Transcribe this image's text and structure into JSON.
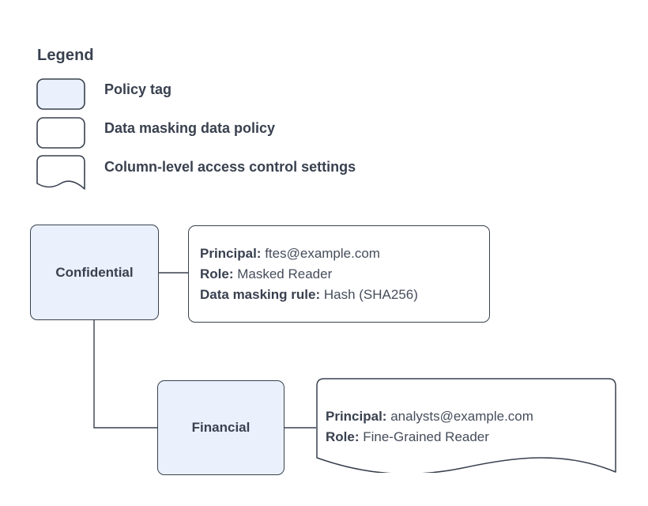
{
  "legend": {
    "title": "Legend",
    "items": [
      {
        "label": "Policy tag",
        "shape": "rounded-rect-filled",
        "fill": "#eaf1fc",
        "stroke": "#39414f"
      },
      {
        "label": "Data masking data policy",
        "shape": "rounded-rect",
        "fill": "#ffffff",
        "stroke": "#39414f"
      },
      {
        "label": "Column-level access control settings",
        "shape": "document-wavy",
        "fill": "#ffffff",
        "stroke": "#39414f"
      }
    ]
  },
  "diagram": {
    "nodes": [
      {
        "id": "confidential",
        "label": "Confidential",
        "fill": "#eaf1fc",
        "stroke": "#39414f"
      },
      {
        "id": "financial",
        "label": "Financial",
        "fill": "#eaf1fc",
        "stroke": "#39414f"
      }
    ],
    "annotations": [
      {
        "id": "confidential-policy",
        "shape": "rounded-rect",
        "lines": [
          {
            "key": "Principal:",
            "value": "ftes@example.com"
          },
          {
            "key": "Role:",
            "value": "Masked Reader"
          },
          {
            "key": "Data masking rule:",
            "value": "Hash (SHA256)"
          }
        ]
      },
      {
        "id": "financial-policy",
        "shape": "document-wavy",
        "lines": [
          {
            "key": "Principal:",
            "value": "analysts@example.com"
          },
          {
            "key": "Role:",
            "value": "Fine-Grained Reader"
          }
        ]
      }
    ],
    "edges": [
      {
        "from": "confidential",
        "to": "confidential-policy",
        "style": "straight"
      },
      {
        "from": "confidential",
        "to": "financial",
        "style": "elbow"
      },
      {
        "from": "financial",
        "to": "financial-policy",
        "style": "straight"
      }
    ]
  },
  "colors": {
    "node_fill": "#eaf1fc",
    "stroke": "#39414f",
    "text": "#39414f",
    "value_text": "#454d5b",
    "background": "#ffffff"
  }
}
